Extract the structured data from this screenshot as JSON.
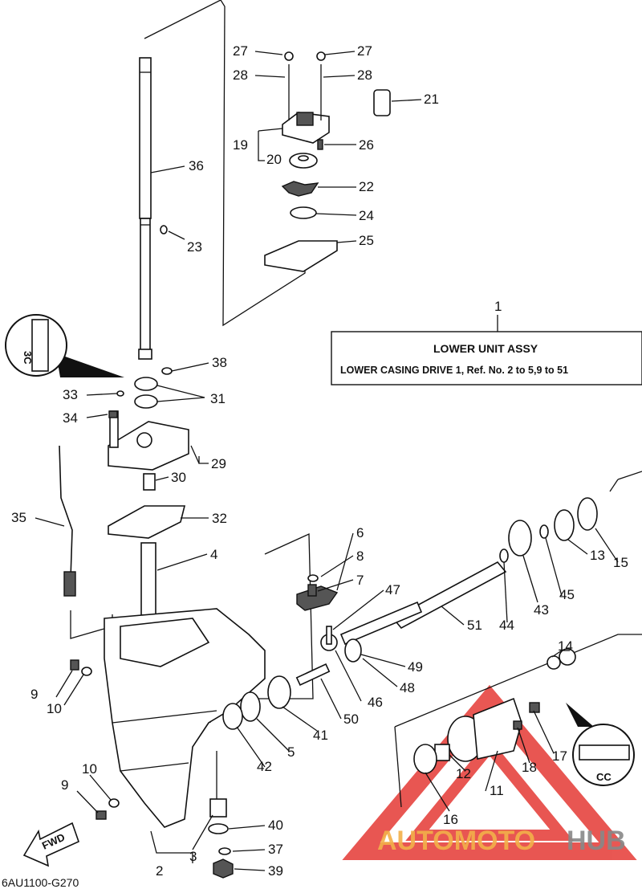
{
  "info_box": {
    "ref": "1",
    "title": "LOWER UNIT ASSY",
    "subtitle": "LOWER CASING DRIVE 1,  Ref. No. 2 to 5,9 to 51"
  },
  "diagram_code": "6AU1100-G270",
  "forward_label": "FWD",
  "callouts": {
    "sealant_top": "3C",
    "sealant_bottom": "CC"
  },
  "watermark": {
    "part1": "AUTOMOTO",
    "part2": "HUB",
    "color_primary": "#f3b04a",
    "color_secondary": "#888888",
    "triangle_color": "#e53935"
  },
  "part_labels": {
    "p2": "2",
    "p3": "3",
    "p4": "4",
    "p5": "5",
    "p6": "6",
    "p7": "7",
    "p8": "8",
    "p9a": "9",
    "p9b": "9",
    "p10a": "10",
    "p10b": "10",
    "p11": "11",
    "p12": "12",
    "p13": "13",
    "p14": "14",
    "p15": "15",
    "p16": "16",
    "p17": "17",
    "p18": "18",
    "p19": "19",
    "p20": "20",
    "p21": "21",
    "p22": "22",
    "p23": "23",
    "p24": "24",
    "p25": "25",
    "p26": "26",
    "p27a": "27",
    "p27b": "27",
    "p28a": "28",
    "p28b": "28",
    "p29": "29",
    "p30": "30",
    "p31": "31",
    "p32": "32",
    "p33": "33",
    "p34": "34",
    "p35": "35",
    "p36": "36",
    "p37": "37",
    "p38": "38",
    "p39": "39",
    "p40": "40",
    "p41": "41",
    "p42": "42",
    "p43": "43",
    "p44": "44",
    "p45": "45",
    "p46": "46",
    "p47": "47",
    "p48": "48",
    "p49": "49",
    "p50": "50",
    "p51": "51"
  }
}
